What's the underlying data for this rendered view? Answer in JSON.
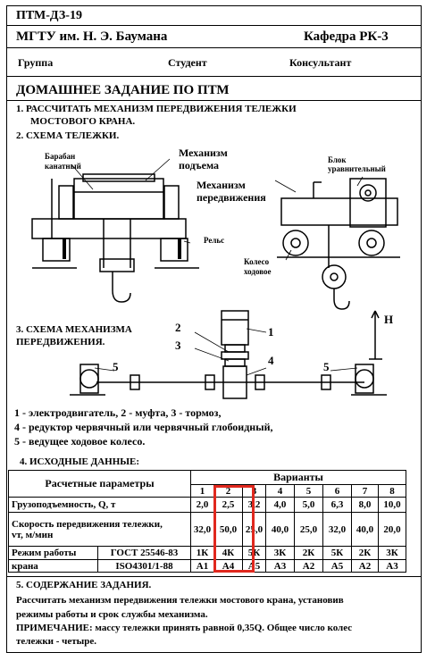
{
  "header": {
    "code": "ПТМ-ДЗ-19",
    "university": "МГТУ им. Н. Э. Баумана",
    "department": "Кафедра РК-3",
    "group_label": "Группа",
    "student_label": "Студент",
    "consultant_label": "Консультант"
  },
  "title": "ДОМАШНЕЕ ЗАДАНИЕ ПО ПТМ",
  "section1": {
    "line1": "1. РАССЧИТАТЬ МЕХАНИЗМ  ПЕРЕДВИЖЕНИЯ ТЕЛЕЖКИ",
    "line2": "МОСТОВОГО  КРАНА."
  },
  "section2": {
    "title": "2. СХЕМА ТЕЛЕЖКИ.",
    "drum_line1": "Барабан",
    "drum_line2": "канатный",
    "lift_line1": "Механизм",
    "lift_line2": "подъема",
    "travel_line1": "Механизм",
    "travel_line2": "передвижения",
    "block_line1": "Блок",
    "block_line2": "уравнительный",
    "rail": "Рельс",
    "wheel_line1": "Колесо",
    "wheel_line2": "ходовое"
  },
  "section3": {
    "title_line1": "3. СХЕМА МЕХАНИЗМА",
    "title_line2": "ПЕРЕДВИЖЕНИЯ.",
    "num1": "1",
    "num2": "2",
    "num3": "3",
    "num4": "4",
    "num5a": "5",
    "num5b": "5",
    "height_label": "Н",
    "legend1": "1 - электродвигатель, 2 - муфта, 3 - тормоз,",
    "legend2": "4 - редуктор червячный или червячный глобоидный,",
    "legend3": "5 - ведущее ходовое колесо."
  },
  "section4": {
    "title": "4. ИСХОДНЫЕ ДАННЫЕ:",
    "params_header": "Расчетные параметры",
    "variants_header": "Варианты",
    "variants": [
      "1",
      "2",
      "3",
      "4",
      "5",
      "6",
      "7",
      "8"
    ],
    "capacity_label": "Грузоподъемность, Q, т",
    "capacity": [
      "2,0",
      "2,5",
      "3,2",
      "4,0",
      "5,0",
      "6,3",
      "8,0",
      "10,0"
    ],
    "speed_label_line1": "Скорость передвижения тележки,",
    "speed_label_line2": "vт, м/мин",
    "speed": [
      "32,0",
      "50,0",
      "25,0",
      "40,0",
      "25,0",
      "32,0",
      "40,0",
      "20,0"
    ],
    "mode_label_line1": "Режим работы",
    "mode_label_line2": "крана",
    "gost_label": "ГОСТ 25546-83",
    "iso_label": "ISO4301/1-88",
    "gost": [
      "1К",
      "4К",
      "5К",
      "3К",
      "2К",
      "5К",
      "2К",
      "3К"
    ],
    "iso": [
      "А1",
      "А4",
      "А5",
      "А3",
      "А2",
      "А5",
      "А2",
      "А3"
    ],
    "highlight_color": "#e0281e"
  },
  "section5": {
    "title": "5. СОДЕРЖАНИЕ ЗАДАНИЯ.",
    "line1": "Рассчитать механизм передвижения тележки мостового крана, установив",
    "line2": "режимы работы и срок службы механизма.",
    "line3": "ПРИМЕЧАНИЕ:  массу тележки принять равной 0,35Q. Общее число колес",
    "line4": "тележки - четыре."
  }
}
